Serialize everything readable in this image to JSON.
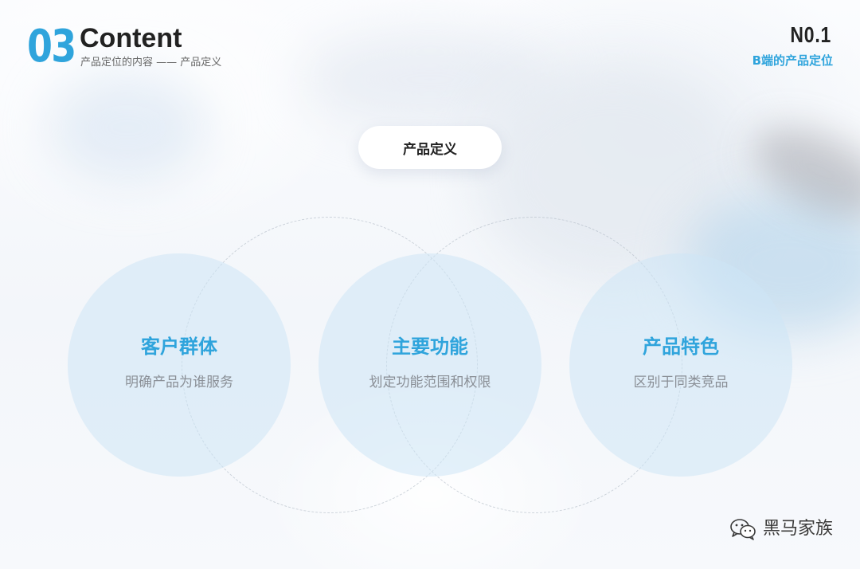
{
  "header": {
    "number": "03",
    "title": "Content",
    "subtitle": "产品定位的内容 —— 产品定义"
  },
  "top_right": {
    "label": "N0.1",
    "subtitle": "B端的产品定位"
  },
  "pill_label": "产品定义",
  "circles": [
    {
      "title": "客户群体",
      "desc": "明确产品为谁服务"
    },
    {
      "title": "主要功能",
      "desc": "划定功能范围和权限"
    },
    {
      "title": "产品特色",
      "desc": "区别于同类竞品"
    }
  ],
  "watermark": {
    "icon": "wechat-icon",
    "text": "黑马家族"
  },
  "colors": {
    "accent": "#2fa4dc",
    "circle_fill": "#cde6f6",
    "text_dark": "#222222",
    "text_muted": "#8a8f96"
  }
}
